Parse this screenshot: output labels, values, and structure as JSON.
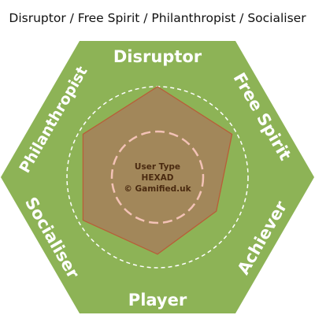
{
  "title": "Disruptor / Free Spirit / Philanthropist / Socialiser",
  "colors": {
    "hexagon_fill": "#8db356",
    "profile_fill": "#a2875a",
    "profile_stroke": "#b85e38",
    "inner_dashed_ring": "#f3c2b6",
    "outer_dashed_ring": "#ffffff",
    "label_text": "#ffffff",
    "center_text": "#4a2a10"
  },
  "hexad": {
    "types": [
      {
        "id": "disruptor",
        "label": "Disruptor",
        "score": 1.0
      },
      {
        "id": "free-spirit",
        "label": "Free Spirit",
        "score": 0.95
      },
      {
        "id": "achiever",
        "label": "Achiever",
        "score": 0.75
      },
      {
        "id": "player",
        "label": "Player",
        "score": 0.85
      },
      {
        "id": "socialiser",
        "label": "Socialiser",
        "score": 0.95
      },
      {
        "id": "philanthropist",
        "label": "Philanthropist",
        "score": 0.95
      }
    ],
    "center_lines": [
      "User Type",
      "HEXAD",
      "© Gamified.uk"
    ]
  }
}
